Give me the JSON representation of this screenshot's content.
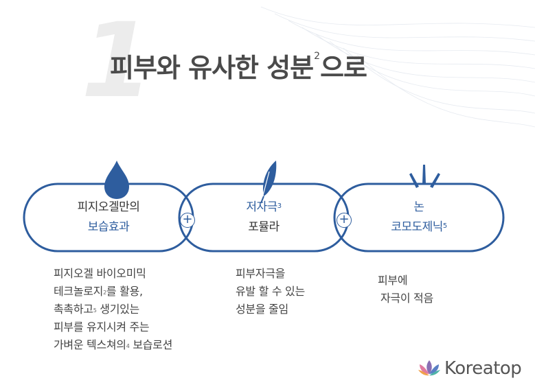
{
  "header": {
    "number": "1",
    "title_main": "피부와 유사한 성분",
    "title_sup": "2",
    "title_tail": "으로"
  },
  "pills": [
    {
      "line1": "피지오겔만의",
      "line2": "보습효과",
      "line1_sup": "",
      "line2_sup": ""
    },
    {
      "line1": "저자극",
      "line1_sup": "3",
      "line2": "포뮬라",
      "line2_sup": ""
    },
    {
      "line1": "논",
      "line1_sup": "",
      "line2": "코모도제닉",
      "line2_sup": "5"
    }
  ],
  "plus_label": "+",
  "descriptions": {
    "col1": {
      "l1": "피지오겔 바이오미믹",
      "l2a": "테크놀로지",
      "l2sup": "2",
      "l2b": "를 활용,",
      "l3a": "촉촉하고",
      "l3sup": "5",
      "l3b": " 생기있는",
      "l4": "피부를 유지시켜 주는",
      "l5a": "가벼운 텍스쳐의",
      "l5sup": "4",
      "l5b": " 보습로션"
    },
    "col2": {
      "l1": "피부자극을",
      "l2": "유발 할 수 있는",
      "l3": "성분을 줄임"
    },
    "col3": {
      "l1": "피부에",
      "l2": "자극이 적음"
    }
  },
  "logo": {
    "text": "Koreatop"
  },
  "colors": {
    "accent": "#2e5d9e",
    "text": "#333333",
    "title": "#4a4a4a"
  }
}
